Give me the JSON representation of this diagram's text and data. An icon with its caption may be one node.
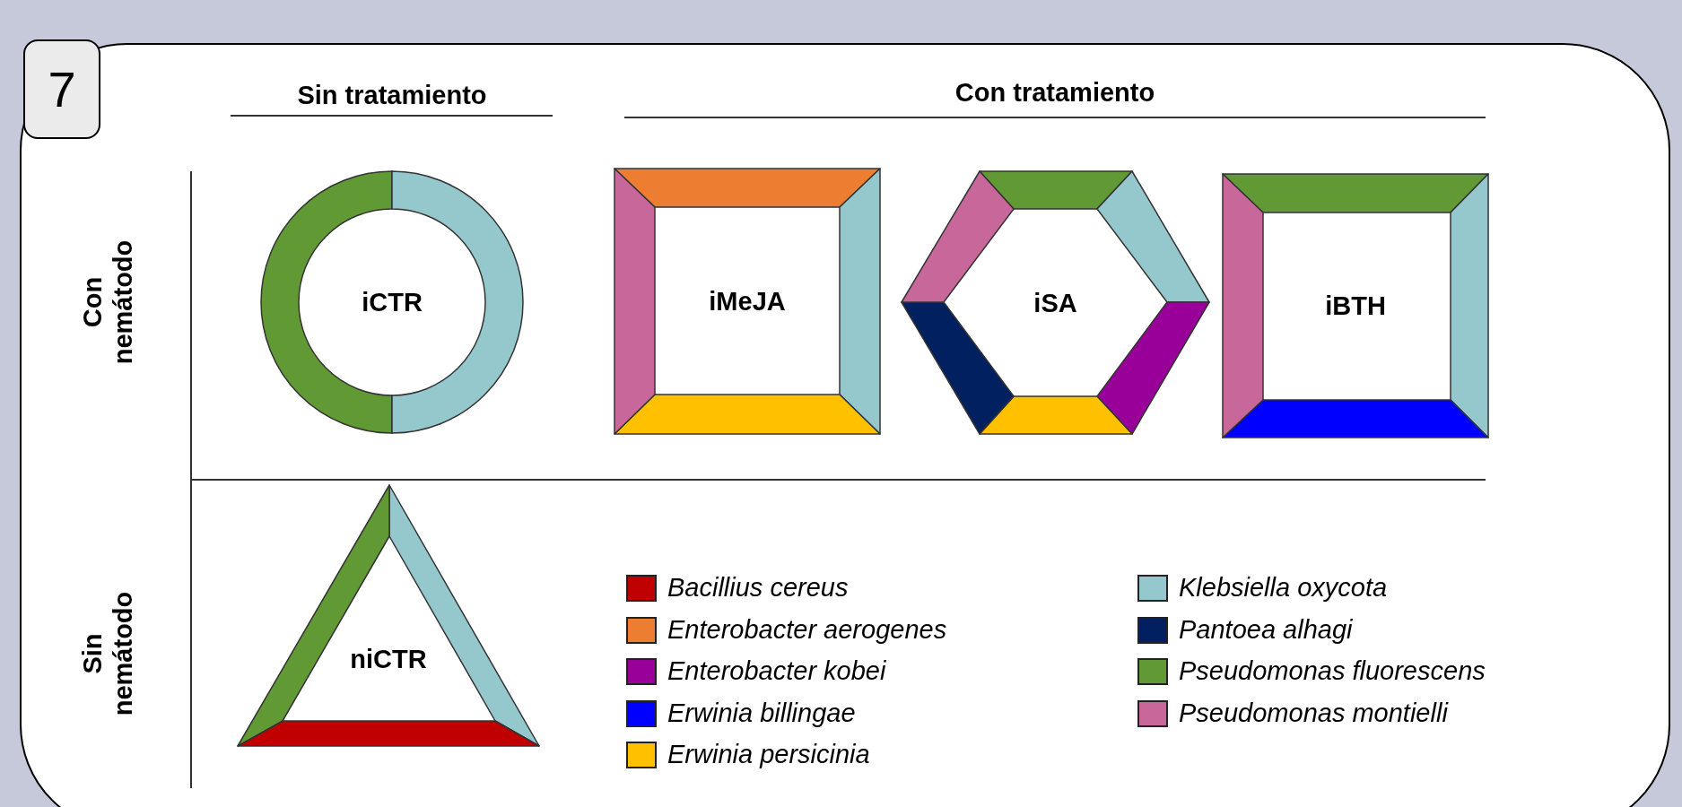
{
  "diagram": {
    "nodes": [
      {
        "text": [
          "7"
        ]
      },
      {
        "text": [
          "iCTR"
        ]
      },
      {
        "text": [
          "iMeJA"
        ]
      },
      {
        "text": [
          "iSA"
        ]
      },
      {
        "text": [
          "iBTH"
        ]
      },
      {
        "text": [
          "niCTR"
        ]
      }
    ],
    "labels": [
      "Sin tratamiento",
      "Con tratamiento",
      "Con nemátodo",
      "Sin nemátodo"
    ],
    "legend": [
      {
        "text": "Bacillius cereus",
        "color": "#c00000"
      },
      {
        "text": "Enterobacter aerogenes",
        "color": "#ed7d31"
      },
      {
        "text": "Enterobacter kobei",
        "color": "#990099"
      },
      {
        "text": "Erwinia billingae",
        "color": "#0000ff"
      },
      {
        "text": "Erwinia persicinia",
        "color": "#ffc000"
      },
      {
        "text": "Klebsiella oxycota",
        "color": "#95c8cc"
      },
      {
        "text": "Pantoea alhagi",
        "color": "#002060"
      },
      {
        "text": "Pseudomonas fluorescens",
        "color": "#619a35"
      },
      {
        "text": "Pseudomonas montielli",
        "color": "#c8689a"
      }
    ]
  }
}
